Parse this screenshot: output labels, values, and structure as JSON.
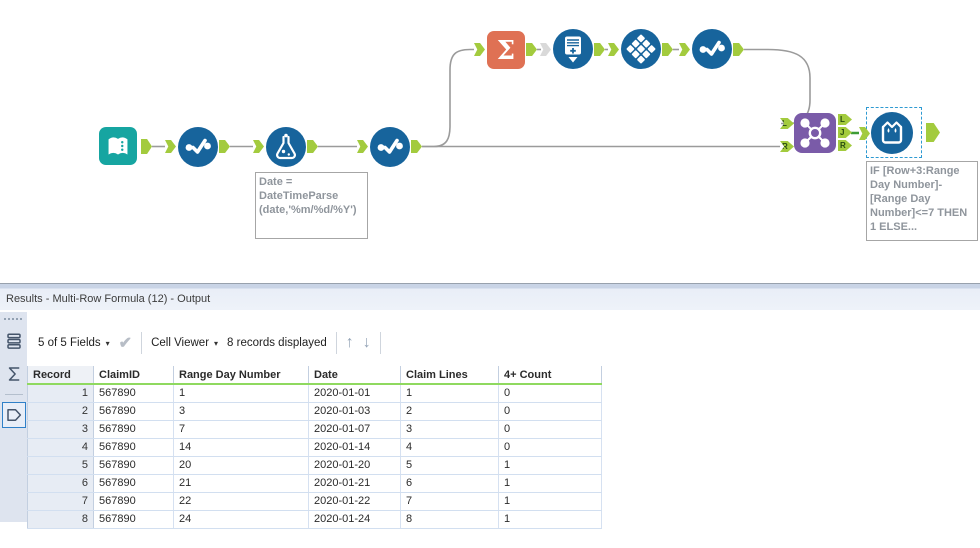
{
  "workflow": {
    "tools": [
      {
        "name": "input-data"
      },
      {
        "name": "select-1"
      },
      {
        "name": "formula"
      },
      {
        "name": "select-2"
      },
      {
        "name": "summarize"
      },
      {
        "name": "generate-rows"
      },
      {
        "name": "cross-tab"
      },
      {
        "name": "select-3"
      },
      {
        "name": "join"
      },
      {
        "name": "multi-row-formula",
        "selected": true
      }
    ],
    "join_anchors": {
      "in_l": "L",
      "in_r": "R",
      "out_l": "L",
      "out_j": "J",
      "out_r": "R"
    },
    "annotations": {
      "formula": "Date = DateTimeParse (date,'%m/%d/%Y')",
      "multi_row": "IF [Row+3:Range Day Number]-[Range Day Number]<=7 THEN 1 ELSE..."
    }
  },
  "results": {
    "title": "Results - Multi-Row Formula (12) - Output",
    "toolbar": {
      "fields_label": "5 of 5 Fields",
      "cell_viewer_label": "Cell Viewer",
      "records_label": "8 records displayed"
    },
    "icons": {
      "dropdown_caret": "▾",
      "check": "✔",
      "arrow_up": "↑",
      "arrow_down": "↓"
    },
    "table": {
      "columns": [
        "Record",
        "ClaimID",
        "Range Day Number",
        "Date",
        "Claim Lines",
        "4+ Count"
      ],
      "rows": [
        [
          "1",
          "567890",
          "1",
          "2020-01-01",
          "1",
          "0"
        ],
        [
          "2",
          "567890",
          "3",
          "2020-01-03",
          "2",
          "0"
        ],
        [
          "3",
          "567890",
          "7",
          "2020-01-07",
          "3",
          "0"
        ],
        [
          "4",
          "567890",
          "14",
          "2020-01-14",
          "4",
          "0"
        ],
        [
          "5",
          "567890",
          "20",
          "2020-01-20",
          "5",
          "1"
        ],
        [
          "6",
          "567890",
          "21",
          "2020-01-21",
          "6",
          "1"
        ],
        [
          "7",
          "567890",
          "22",
          "2020-01-22",
          "7",
          "1"
        ],
        [
          "8",
          "567890",
          "24",
          "2020-01-24",
          "8",
          "1"
        ]
      ]
    }
  },
  "colors": {
    "tool_blue": "#17649c",
    "tool_teal": "#16a5a1",
    "tool_orange": "#df7154",
    "tool_purple": "#7a5ba8",
    "anchor_green": "#a3cb3e",
    "wire_gray": "#9b9b9b",
    "wire_green_selected": "#3d9c35",
    "selection_dash_blue": "#2e9ad2",
    "header_underline_green": "#8fd95f"
  }
}
